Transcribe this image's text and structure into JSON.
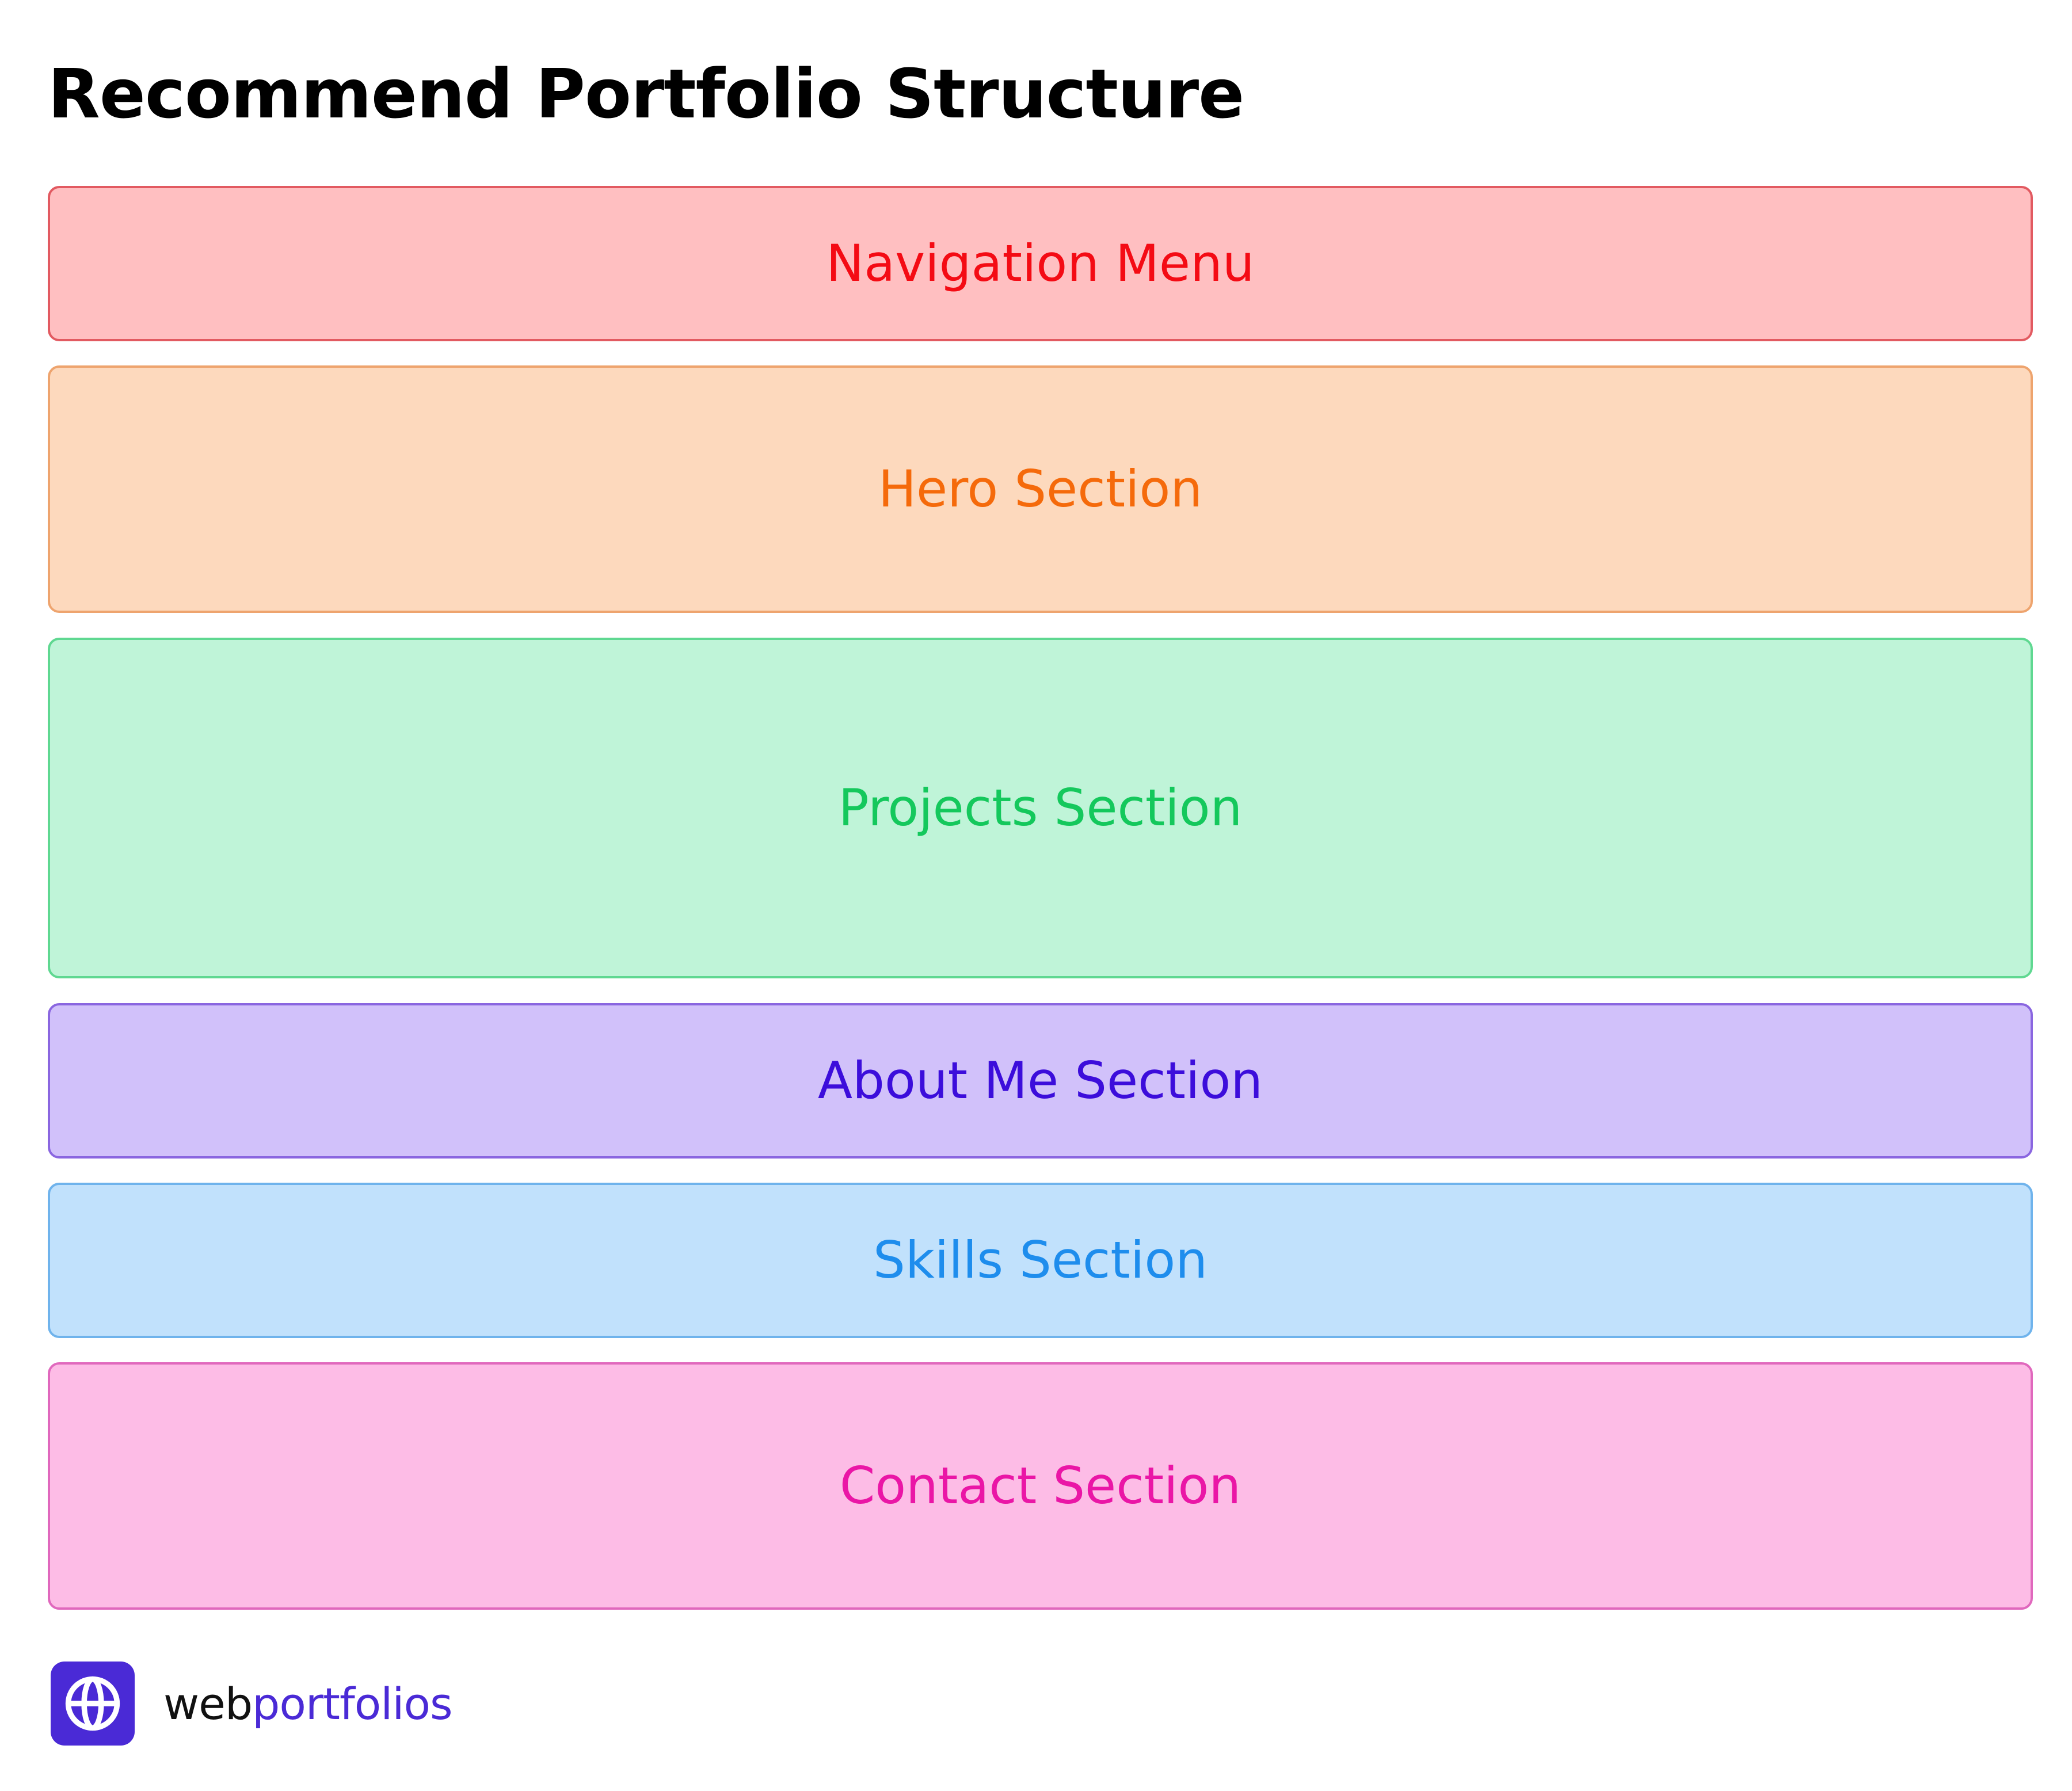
{
  "title": "Recommend Portfolio Structure",
  "sections": [
    {
      "label": "Navigation Menu",
      "text_color": "#f40b14",
      "fill": "#ffbfc1",
      "border": "#e25a61"
    },
    {
      "label": "Hero Section",
      "text_color": "#f56a0b",
      "fill": "#fdd9bd",
      "border": "#eea46e"
    },
    {
      "label": "Projects Section",
      "text_color": "#14c85c",
      "fill": "#bff4d8",
      "border": "#5fd891"
    },
    {
      "label": "About Me Section",
      "text_color": "#3c0ddb",
      "fill": "#d1c1fa",
      "border": "#8a66e0"
    },
    {
      "label": "Skills Section",
      "text_color": "#1e8ded",
      "fill": "#c1e1fc",
      "border": "#6fb3ec"
    },
    {
      "label": "Contact Section",
      "text_color": "#ea16a6",
      "fill": "#fdbce6",
      "border": "#e068bd"
    }
  ],
  "brand": {
    "name_part1": "web",
    "name_part2": "portfolios",
    "accent_color": "#4a2ad6",
    "logo_icon": "globe-icon"
  }
}
